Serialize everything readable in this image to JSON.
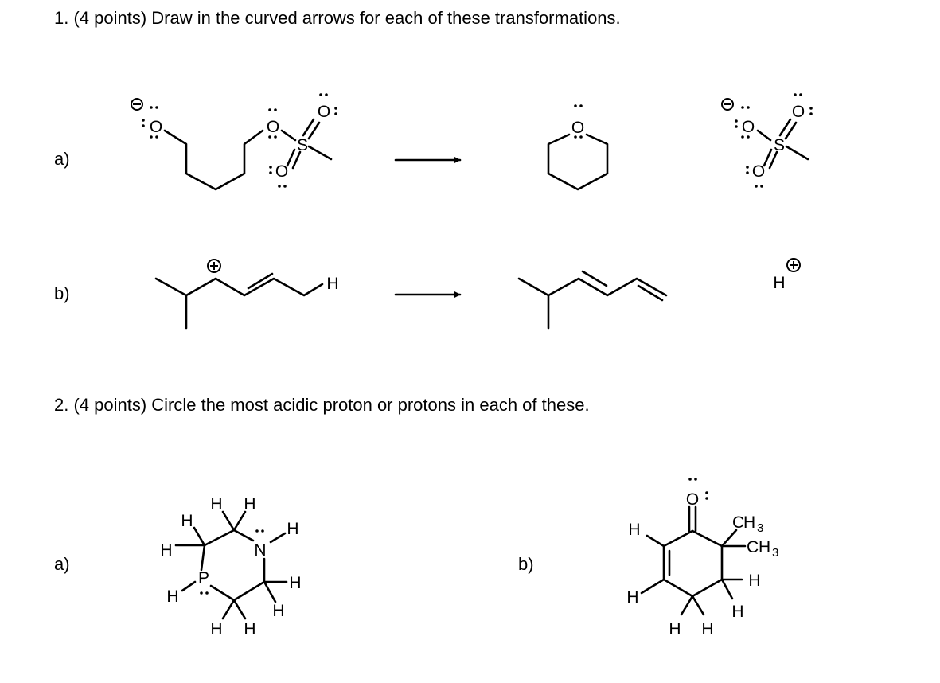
{
  "question1": {
    "text": "1. (4 points) Draw in the curved arrows for each of these transformations.",
    "part_a": "a)",
    "part_b": "b)"
  },
  "question2": {
    "text": "2. (4 points) Circle the most acidic proton or protons in each of these.",
    "part_a": "a)",
    "part_b": "b)"
  },
  "atoms": {
    "O": "O",
    "S": "S",
    "H": "H",
    "N": "N",
    "P": "P",
    "C": "C",
    "sub3": "3"
  }
}
